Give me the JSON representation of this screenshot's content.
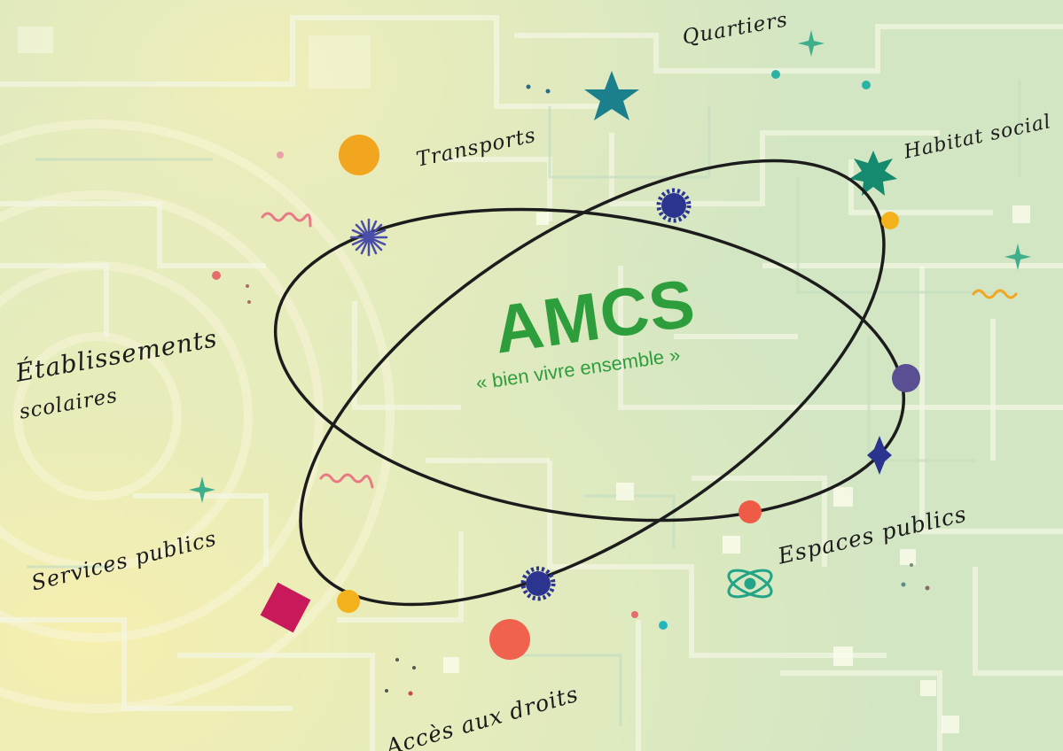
{
  "title": "AMCS",
  "subtitle": "« bien vivre ensemble »",
  "labels": {
    "quartiers": "Quartiers",
    "transports": "Transports",
    "habitat_social": "Habitat social",
    "etablissements_line1": "Établissements",
    "etablissements_line2": "scolaires",
    "services_publics": "Services publics",
    "espaces_publics": "Espaces publics",
    "acces_aux_droits": "Accès aux droits"
  },
  "colors": {
    "background": "#d6e8c2",
    "background_warm": "#f3ecb0",
    "title": "#2e9e3c",
    "orbit": "#1c1c1c",
    "teal": "#1b7f8c",
    "green_teal": "#168a6e",
    "navy": "#2b3590",
    "purple": "#5a4f92",
    "orange": "#f2a51f",
    "yellow": "#f3b21c",
    "coral": "#f0624d",
    "magenta": "#c8195a"
  },
  "icons": [
    "star-icon",
    "sparkle-icon",
    "gear-icon",
    "burst-icon",
    "diamond-icon",
    "atom-icon",
    "squiggle-icon",
    "dot-icon"
  ]
}
